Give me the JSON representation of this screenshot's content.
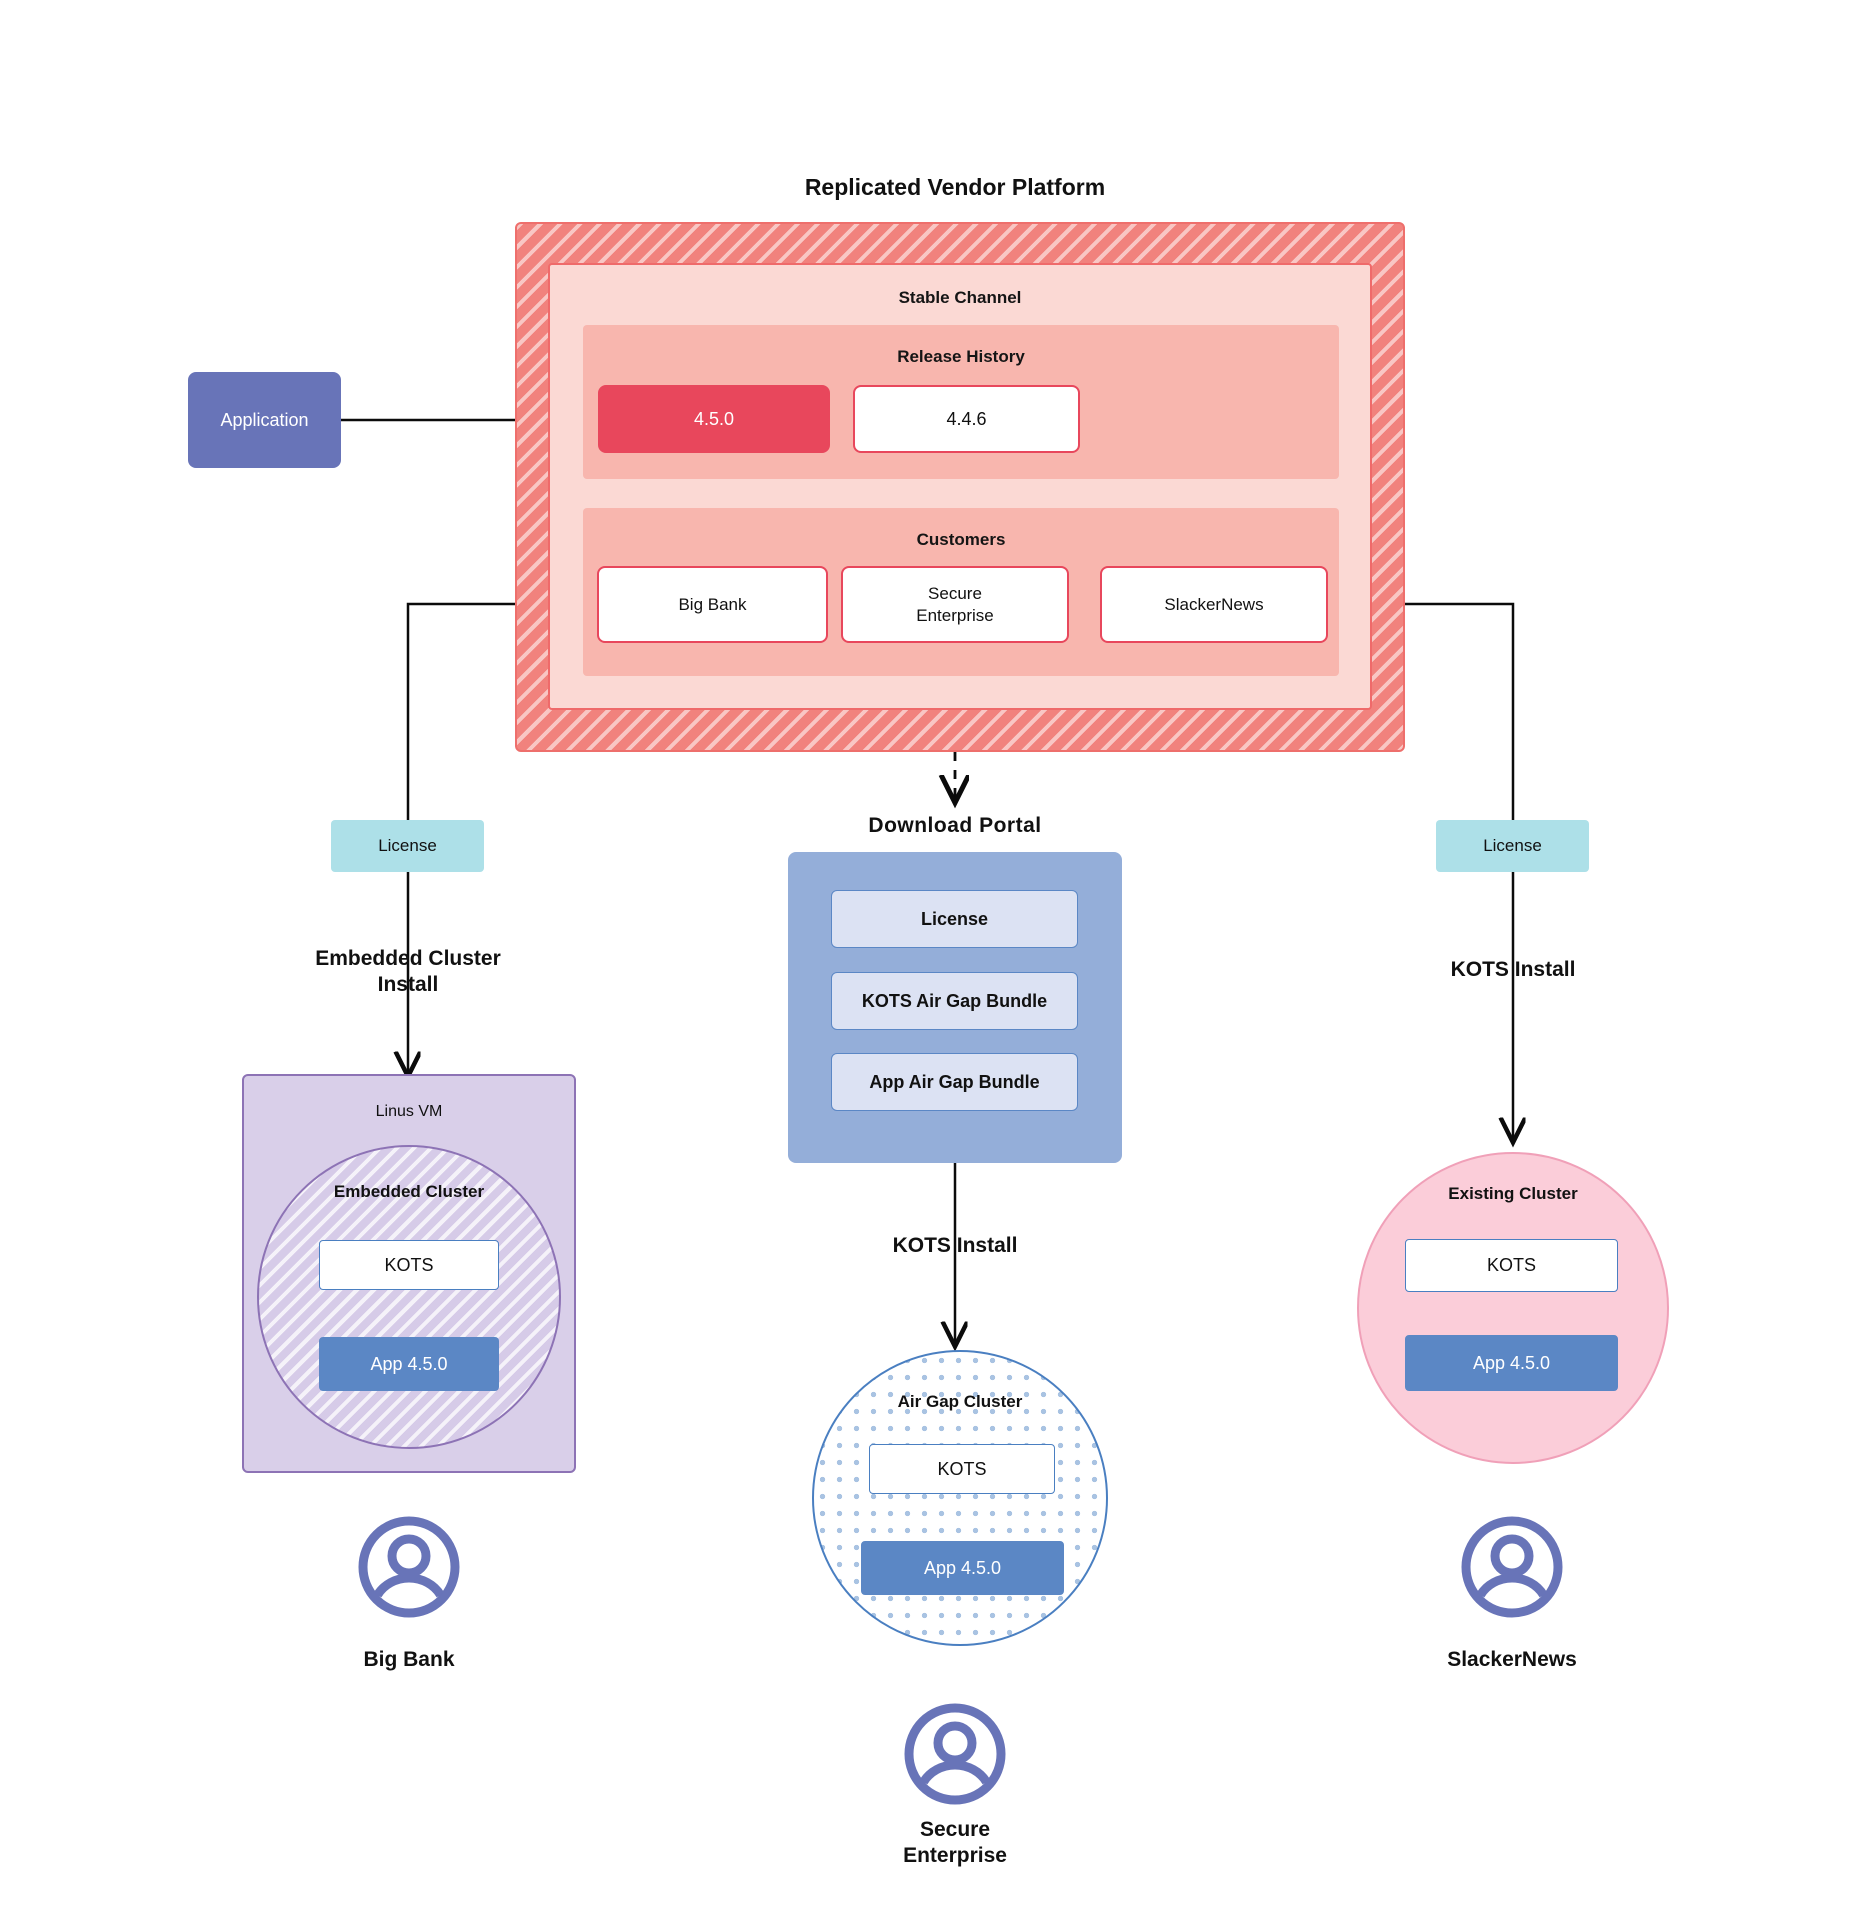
{
  "diagram": {
    "title": "Replicated Vendor Platform"
  },
  "application": {
    "label": "Application"
  },
  "vendor_platform": {
    "channel": {
      "label": "Stable Channel"
    },
    "release_history": {
      "label": "Release History",
      "releases": [
        {
          "version": "4.5.0",
          "state": "current"
        },
        {
          "version": "4.4.6",
          "state": "previous"
        }
      ]
    },
    "customers": {
      "label": "Customers",
      "items": [
        {
          "name": "Big Bank"
        },
        {
          "name": "Secure\nEnterprise"
        },
        {
          "name": "SlackerNews"
        }
      ]
    }
  },
  "left_flow": {
    "license_label": "License",
    "install_label": "Embedded Cluster\nInstall",
    "vm": {
      "label": "Linus VM",
      "cluster_label": "Embedded Cluster",
      "kots_label": "KOTS",
      "app_label": "App 4.5.0"
    },
    "persona": "Big Bank"
  },
  "center_flow": {
    "portal_title": "Download  Portal",
    "portal_items": [
      {
        "label": "License"
      },
      {
        "label": "KOTS Air Gap Bundle"
      },
      {
        "label": "App Air Gap Bundle"
      }
    ],
    "install_label": "KOTS Install",
    "cluster": {
      "label": "Air Gap Cluster",
      "kots_label": "KOTS",
      "app_label": "App 4.5.0"
    },
    "persona": "Secure\nEnterprise"
  },
  "right_flow": {
    "license_label": "License",
    "install_label": "KOTS Install",
    "cluster": {
      "label": "Existing Cluster",
      "kots_label": "KOTS",
      "app_label": "App 4.5.0"
    },
    "persona": "SlackerNews"
  },
  "colors": {
    "platform_hatch": "#f1827d",
    "channel_bg": "#fbd9d4",
    "panel_bg": "#f8b6ae",
    "release_current": "#e8475c",
    "accent_red_border": "#e8475c",
    "application_blue": "#6874b8",
    "license_teal": "#ade0e8",
    "portal_blue": "#94aed9",
    "portal_item_blue": "#dce2f3",
    "vm_purple": "#d9cfe9",
    "vm_purple_border": "#8d73b5",
    "cluster_blue_border": "#4a7fc1",
    "app_blue": "#5b87c5",
    "existing_pink": "#fbcdd9",
    "existing_pink_border": "#f0a0b8",
    "avatar_blue": "#6874b8",
    "line_black": "#0b0b0b"
  }
}
